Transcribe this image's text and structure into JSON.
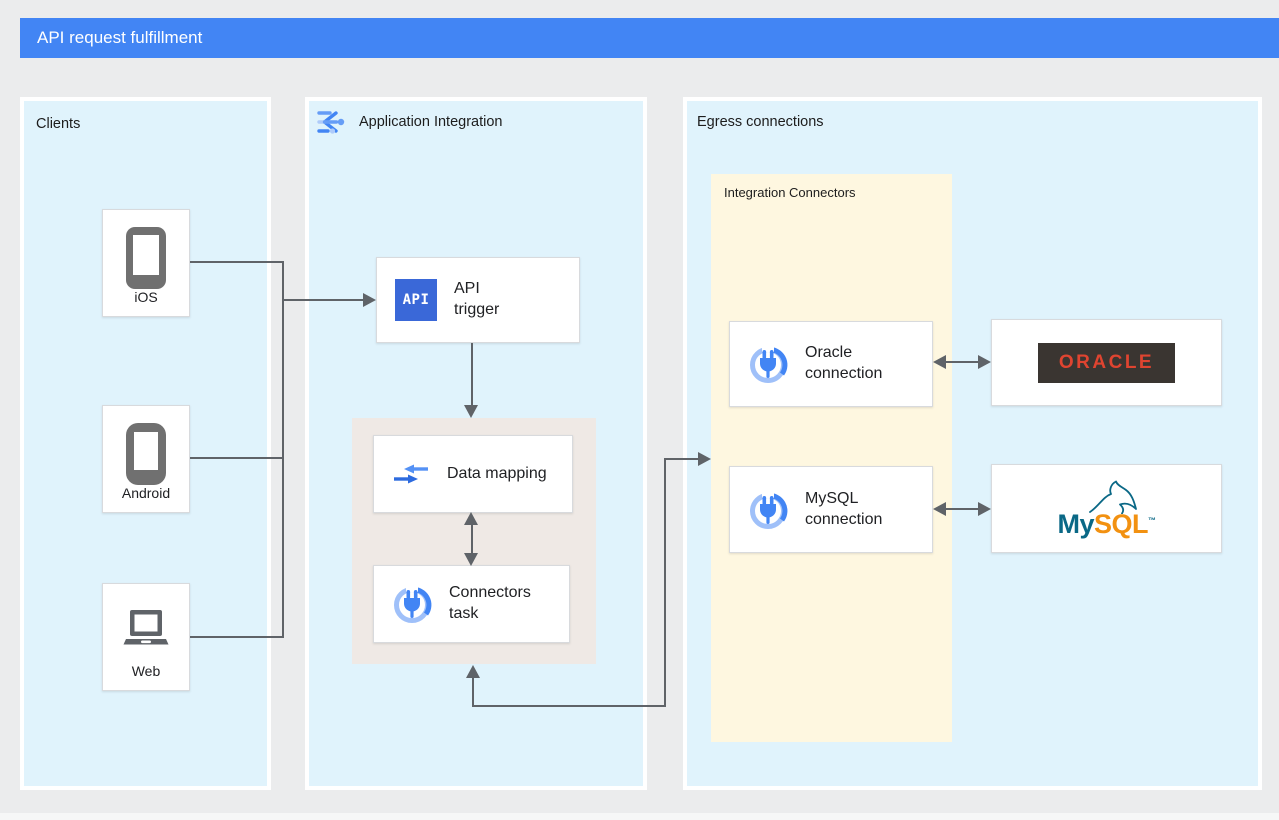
{
  "banner": {
    "title": "API request fulfillment"
  },
  "clients_panel": {
    "title": "Clients",
    "items": [
      {
        "label": "iOS",
        "icon": "smartphone-icon"
      },
      {
        "label": "Android",
        "icon": "smartphone-icon"
      },
      {
        "label": "Web",
        "icon": "laptop-icon"
      }
    ]
  },
  "integration_panel": {
    "title": "Application Integration",
    "icon": "integration-flow-icon",
    "api_trigger": {
      "badge_text": "API",
      "label": "API trigger",
      "icon": "api-badge-icon"
    },
    "data_mapping": {
      "label": "Data mapping",
      "icon": "converging-arrows-icon"
    },
    "connectors_task": {
      "label": "Connectors task",
      "icon": "plug-icon"
    }
  },
  "egress_panel": {
    "title": "Egress connections",
    "connectors_group": {
      "title": "Integration Connectors",
      "items": [
        {
          "label": "Oracle connection",
          "icon": "plug-icon"
        },
        {
          "label": "MySQL connection",
          "icon": "plug-icon"
        }
      ]
    },
    "systems": {
      "oracle": {
        "wordmark": "ORACLE"
      },
      "mysql": {
        "wordmark_my": "My",
        "wordmark_sql": "SQL",
        "trademark": "™",
        "icon": "mysql-dolphin-icon"
      }
    }
  },
  "colors": {
    "banner_blue": "#4285F4",
    "panel_blue": "#E0F3FC",
    "subflow_pink": "#EFE9E5",
    "connectors_group_yellow": "#FEF7E0",
    "connector_line_gray": "#5F6368",
    "api_badge_blue": "#3A68D8",
    "oracle_red": "#DF4430",
    "oracle_badge_bg": "#3A3531",
    "mysql_teal": "#0A6886",
    "mysql_orange": "#F29111",
    "google_blue": "#4285F4",
    "google_blue_light": "#9FC0F9"
  }
}
